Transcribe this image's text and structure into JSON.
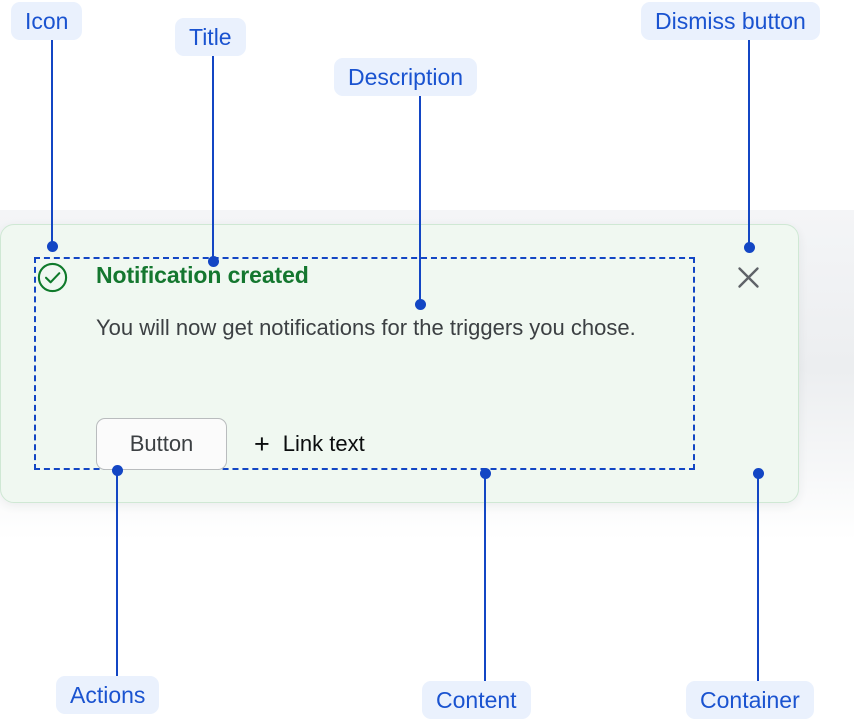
{
  "annotations": [
    {
      "id": "icon",
      "label": "Icon"
    },
    {
      "id": "title",
      "label": "Title"
    },
    {
      "id": "description",
      "label": "Description"
    },
    {
      "id": "dismiss-button",
      "label": "Dismiss button"
    },
    {
      "id": "actions",
      "label": "Actions"
    },
    {
      "id": "content",
      "label": "Content"
    },
    {
      "id": "container",
      "label": "Container"
    }
  ],
  "notification": {
    "status_icon": "check-circle-icon",
    "title": "Notification created",
    "description": "You will now get notifications for the triggers you chose.",
    "actions": {
      "button_label": "Button",
      "link_icon": "plus-icon",
      "link_label": "Link text"
    },
    "dismiss_icon": "close-icon"
  },
  "colors": {
    "annotation_text": "#1a53d0",
    "annotation_bg": "#eaf1fd",
    "connector": "#1346c4",
    "card_bg": "#f0f8f1",
    "card_border": "#cfe8d4",
    "title_green": "#14772f",
    "description_gray": "#3c4043",
    "button_border": "#b9bcbe",
    "dismiss_gray": "#5f6368"
  }
}
